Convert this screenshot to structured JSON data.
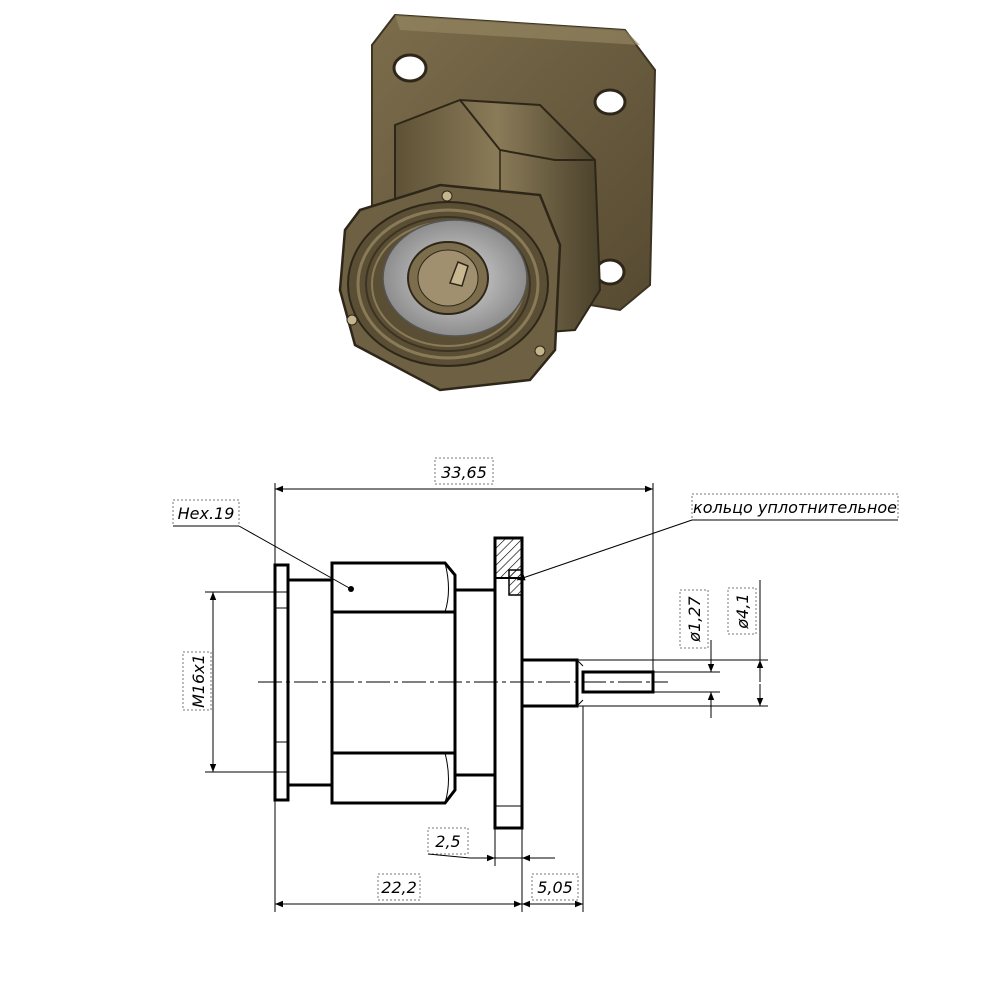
{
  "dimensions": {
    "overall_length": "33,65",
    "hex_size": "Нех.19",
    "seal_ring_label": "кольцо уплотнительное",
    "pin_diameter": "ø1,27",
    "insulator_diameter": "ø4,1",
    "thread": "M16х1",
    "flange_thickness": "2,5",
    "body_length": "22,2",
    "pin_protrusion": "5,05"
  },
  "colors": {
    "bronze_light": "#8a7a58",
    "bronze_mid": "#6b5d40",
    "bronze_dark": "#3c3322",
    "insulator": "#b8b8b8",
    "line": "#000000"
  }
}
